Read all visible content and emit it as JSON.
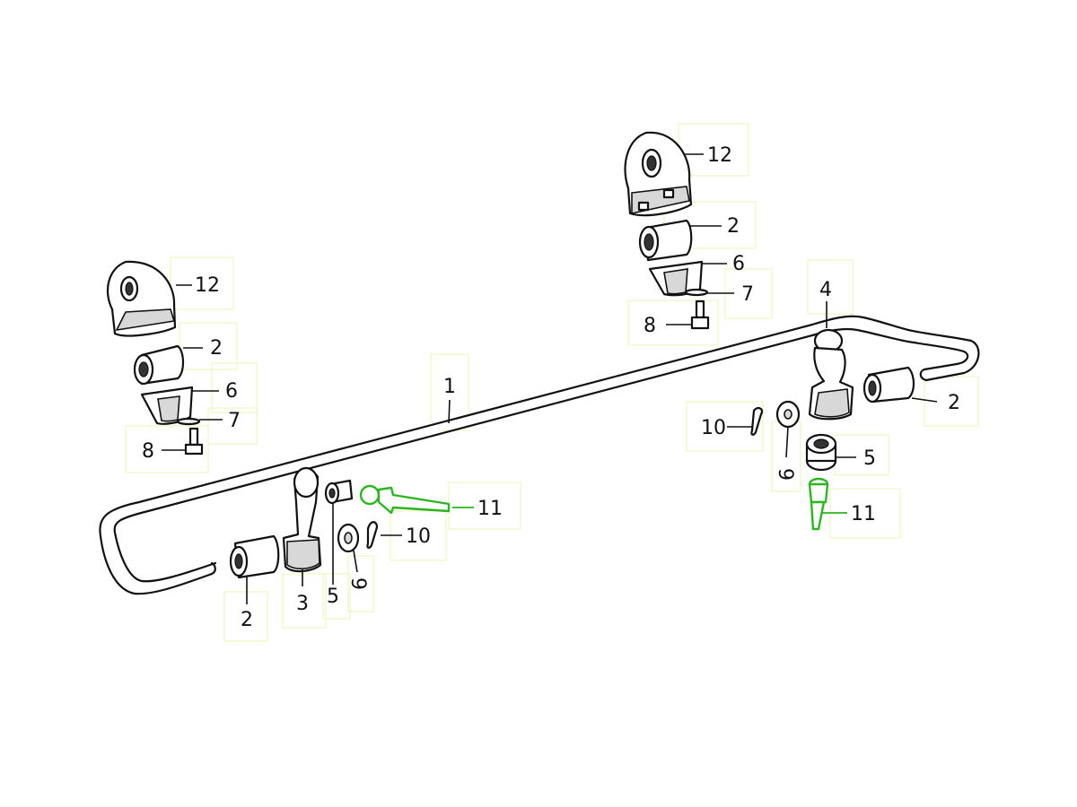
{
  "labels": {
    "n1": "1",
    "n2": "2",
    "n3": "3",
    "n4": "4",
    "n5": "5",
    "n6": "6",
    "n7": "7",
    "n8": "8",
    "n9": "9",
    "n10": "10",
    "n11": "11",
    "n12": "12"
  },
  "colors": {
    "line": "#111111",
    "highlight": "#2bb51f",
    "label_box": "#eef3b4"
  }
}
